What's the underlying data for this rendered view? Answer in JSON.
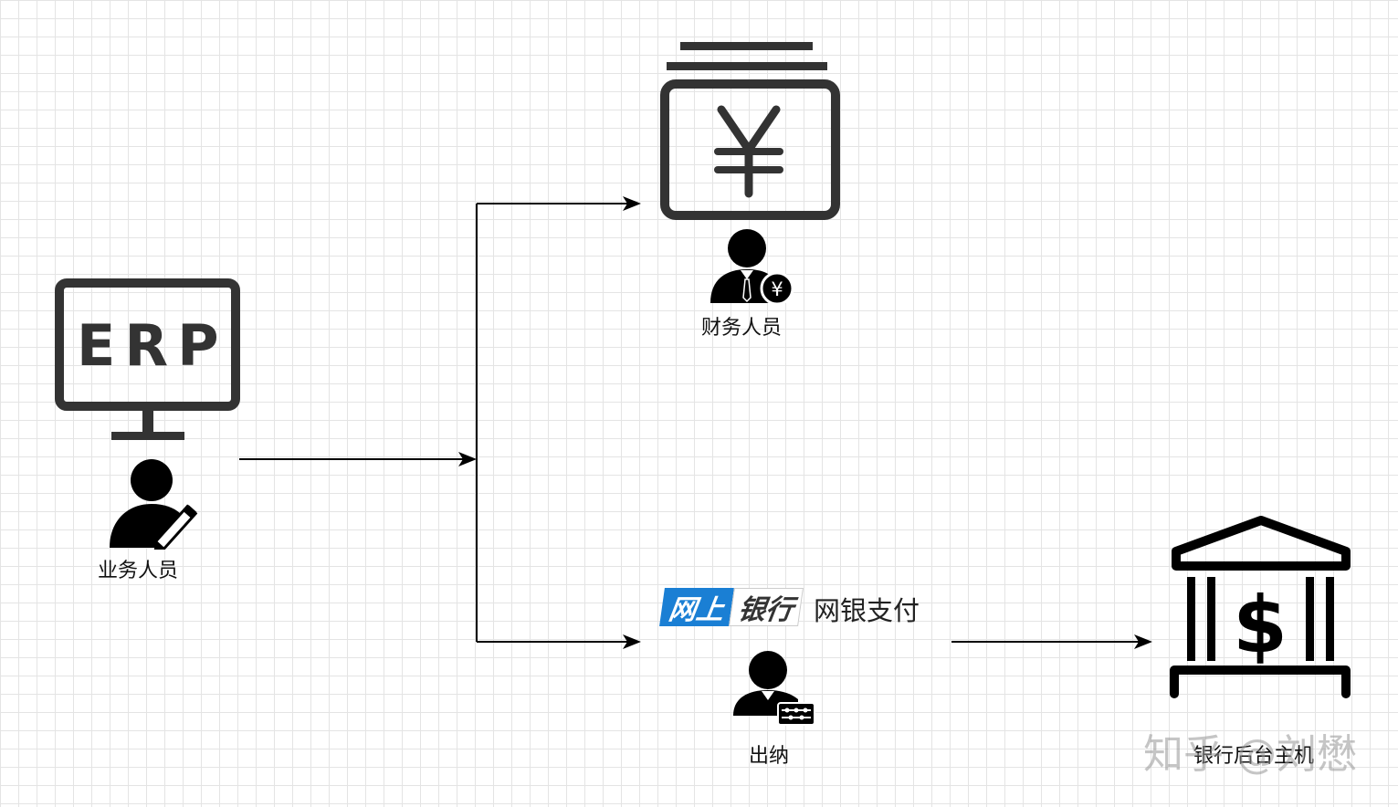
{
  "nodes": {
    "erp": {
      "screen_text": "ERP",
      "person_label": "业务人员"
    },
    "finance": {
      "person_label": "财务人员",
      "badge_symbol": "¥"
    },
    "cashier": {
      "logo_left": "网上",
      "logo_right": "银行",
      "pay_label": "网银支付",
      "person_label": "出纳"
    },
    "bank": {
      "label": "银行后台主机"
    }
  },
  "watermark": "知乎 @刘懋",
  "icons": [
    "monitor-icon",
    "person-with-pen-icon",
    "money-stack-icon",
    "person-with-yen-icon",
    "person-with-abacus-icon",
    "bank-building-icon",
    "arrow-icon"
  ]
}
